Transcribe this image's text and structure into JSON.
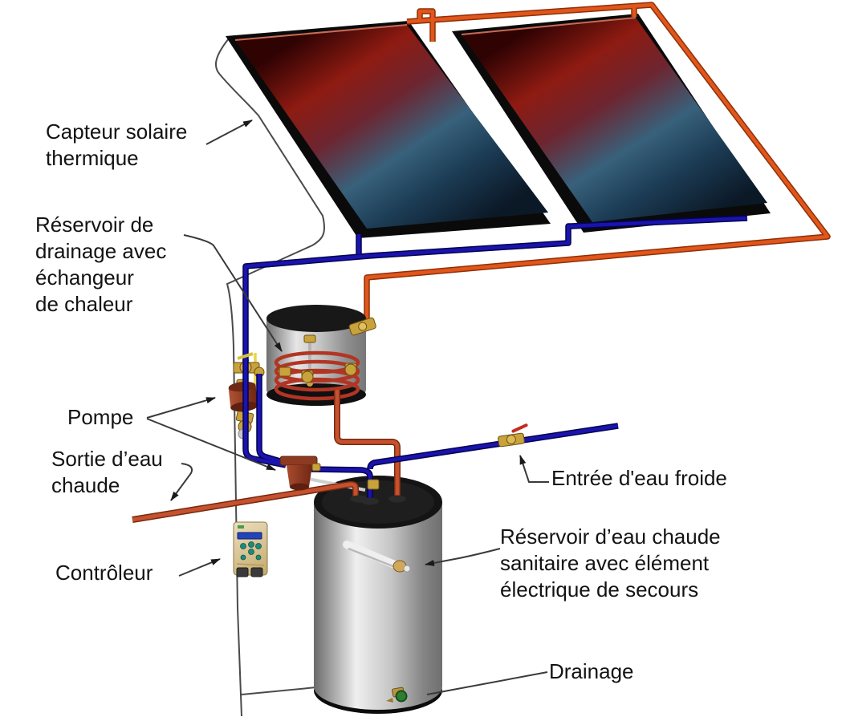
{
  "labels": {
    "collector": {
      "line1": "Capteur solaire",
      "line2": "thermique"
    },
    "drainback_tank": {
      "line1": "Réservoir de",
      "line2": "drainage avec",
      "line3": "échangeur",
      "line4": "de chaleur"
    },
    "pump": {
      "line1": "Pompe"
    },
    "hot_water_outlet": {
      "line1": "Sortie d’eau",
      "line2": "chaude"
    },
    "controller": {
      "line1": "Contrôleur"
    },
    "cold_water_inlet": {
      "line1": "Entrée d'eau froide"
    },
    "dhw_tank": {
      "line1": "Réservoir d’eau chaude",
      "line2": "sanitaire avec élément",
      "line3": "électrique de secours"
    },
    "drain": {
      "line1": "Drainage"
    }
  },
  "colors": {
    "hot_pipe": "#e0561c",
    "warm_pipe": "#c24e2e",
    "cold_pipe": "#2420c4",
    "coil": "#b23524",
    "panel_top_red": "#8e1b12",
    "panel_bottom_blue": "#0c1a28",
    "tank_metal": "#d9d9d9",
    "pump_body": "#96422a",
    "brass": "#c8a23c",
    "controller_body": "#dcc68e",
    "background": "#ffffff",
    "label_text": "#131313"
  }
}
